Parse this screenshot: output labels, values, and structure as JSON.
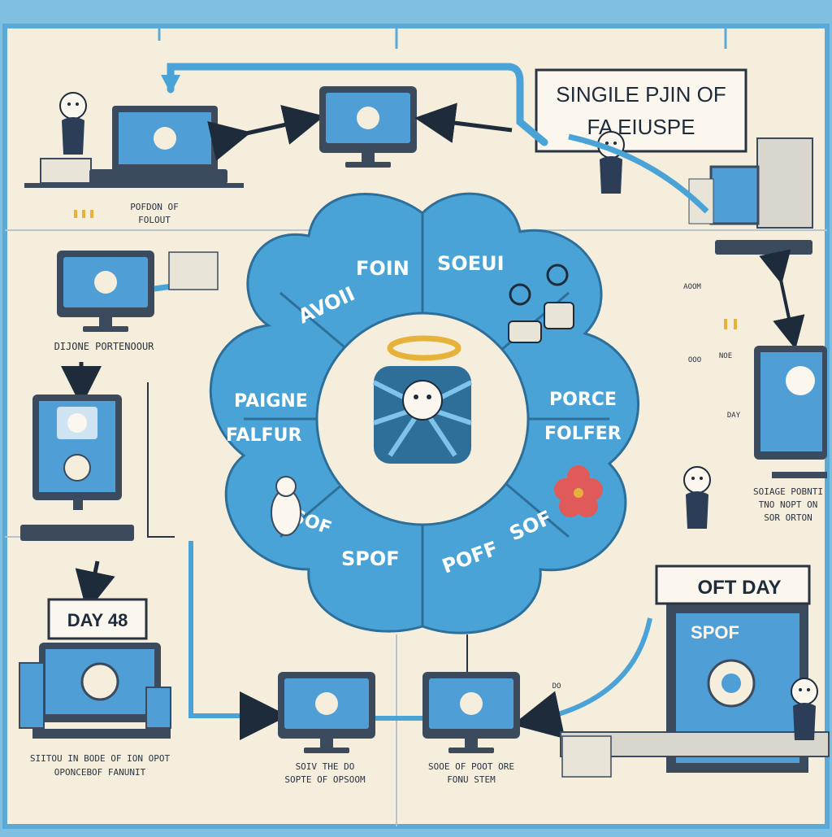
{
  "header": {
    "title_line1": "SINGILE PJIN OF",
    "title_line2": "FA EIUSPE"
  },
  "petals": {
    "top_left": "AVOII",
    "top": "FOIN",
    "top_right": "SOEUI",
    "left_line1": "PAIGNE",
    "left_line2": "FALFUR",
    "right_line1": "PORCE",
    "right_line2": "FOLFER",
    "bottom_left": "SOF",
    "bottom": "SPOF",
    "bottom_right1": "POFF",
    "bottom_right2": "SOF"
  },
  "labels": {
    "top_left_caption_1": "POFDON OF",
    "top_left_caption_2": "FOLOUT",
    "left_caption": "DIJONE PORTENOOUR",
    "day_badge": "DAY 48",
    "bottom_left_caption_1": "SIITOU IN BODE OF ION OPOT",
    "bottom_left_caption_2": "OPONCEBOF FANUNIT",
    "bottom_mid_caption_1": "SOIV THE DO",
    "bottom_mid_caption_2": "SOPTE OF OPSOOM",
    "bottom_right_mid_caption_1": "SOOE OF POOT ORE",
    "bottom_right_mid_caption_2": "FONU STEM",
    "right_caption_1": "SOIAGE POBNTI",
    "right_caption_2": "TNO NOPT ON",
    "right_caption_3": "SOR ORTON",
    "right_small_1": "AOOM",
    "right_small_2": "NOE",
    "right_small_3": "OOO",
    "right_small_4": "DAY",
    "bottom_small": "DO",
    "oft_day": "OFT DAY",
    "spof_screen": "SPOF"
  },
  "colors": {
    "background": "#f6eedd",
    "frame": "#5aa9d6",
    "petal": "#4aa3d6",
    "petal_edge": "#2e6f9a",
    "screen": "#4f9fd6",
    "ink": "#1e2b3a"
  }
}
